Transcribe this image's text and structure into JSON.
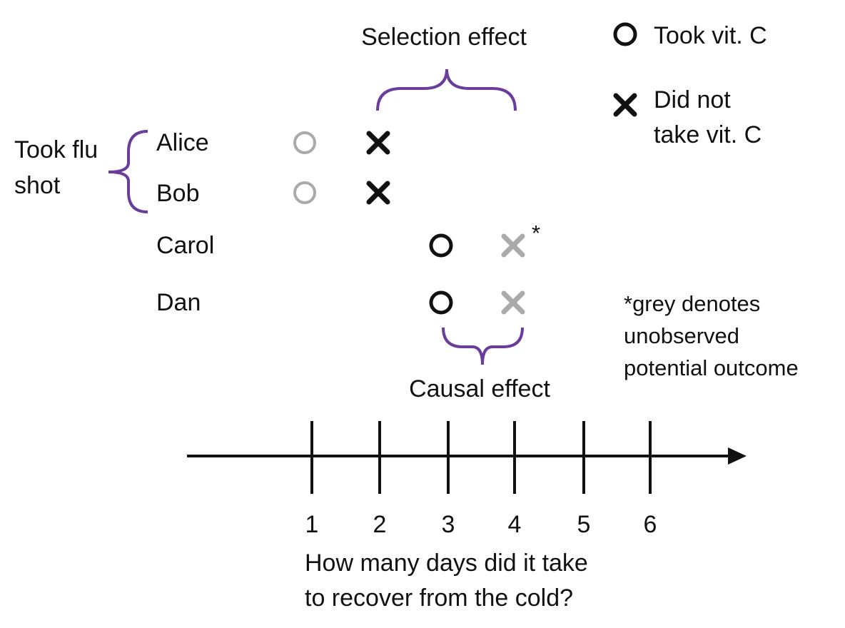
{
  "title": "",
  "legend": {
    "took": "Took vit. C",
    "not_took_line1": "Did not",
    "not_took_line2": "take vit. C"
  },
  "annotations": {
    "selection_effect": "Selection effect",
    "causal_effect": "Causal effect",
    "flu_shot_line1": "Took flu",
    "flu_shot_line2": "shot",
    "asterisk": "*",
    "footnote_line1": "*grey denotes",
    "footnote_line2": "unobserved",
    "footnote_line3": "potential outcome"
  },
  "people": [
    {
      "name": "Alice",
      "took_vitc_days": 1,
      "took_vitc_observed": false,
      "no_vitc_days": 2,
      "no_vitc_observed": true
    },
    {
      "name": "Bob",
      "took_vitc_days": 1,
      "took_vitc_observed": false,
      "no_vitc_days": 2,
      "no_vitc_observed": true
    },
    {
      "name": "Carol",
      "took_vitc_days": 3,
      "took_vitc_observed": true,
      "no_vitc_days": 4,
      "no_vitc_observed": false
    },
    {
      "name": "Dan",
      "took_vitc_days": 3,
      "took_vitc_observed": true,
      "no_vitc_days": 4,
      "no_vitc_observed": false
    }
  ],
  "axis": {
    "ticks": [
      "1",
      "2",
      "3",
      "4",
      "5",
      "6"
    ],
    "label_line1": "How many days did it take",
    "label_line2": "to recover from the cold?"
  },
  "colors": {
    "observed": "#111111",
    "unobserved": "#aaaaaa",
    "brace": "#6a3d9a"
  }
}
